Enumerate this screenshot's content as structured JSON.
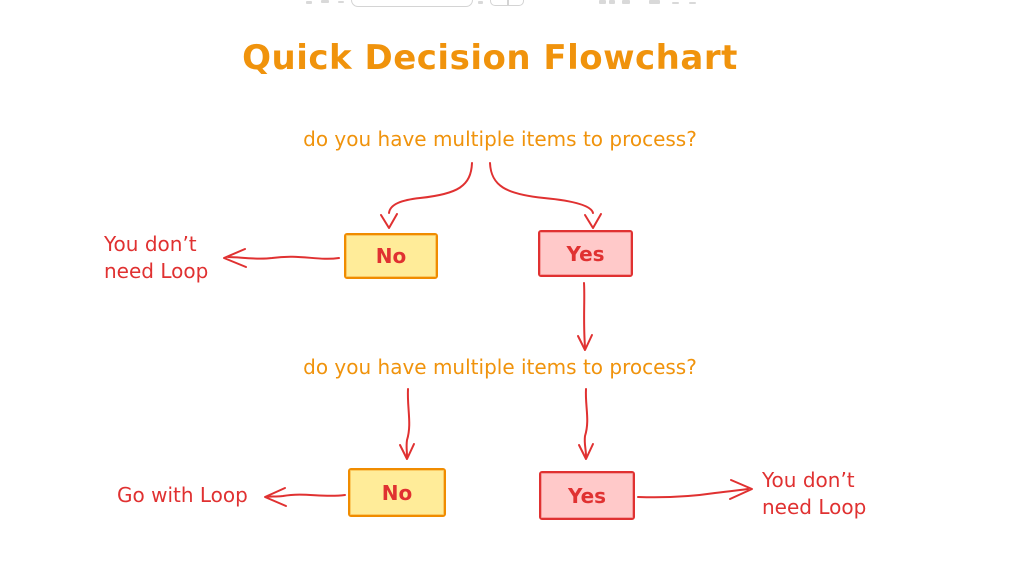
{
  "colors": {
    "background": "#ffffff",
    "accent_orange": "#f0930c",
    "node_border_orange": "#f08c00",
    "accent_red": "#e03131",
    "yellow_fill": "#ffec99",
    "pink_fill": "#ffc9c9",
    "toolbar_gray": "#d4d4d4"
  },
  "toolbar": {
    "fragments": [
      "toolbar-input-fragment",
      "toolbar-button-fragment",
      "toolbar-icon-fragments"
    ]
  },
  "diagram": {
    "title": "Quick Decision Flowchart",
    "questions": [
      {
        "id": "q1",
        "text": "do you have multiple items to process?"
      },
      {
        "id": "q2",
        "text": "do you have multiple items to process?"
      }
    ],
    "nodes": [
      {
        "id": "no1",
        "label": "No",
        "style": "yellow"
      },
      {
        "id": "yes1",
        "label": "Yes",
        "style": "pink"
      },
      {
        "id": "no2",
        "label": "No",
        "style": "yellow"
      },
      {
        "id": "yes2",
        "label": "Yes",
        "style": "pink"
      }
    ],
    "outcomes": [
      {
        "id": "outcome-top-left",
        "lines": [
          "You don’t",
          "need Loop"
        ]
      },
      {
        "id": "outcome-bottom-left",
        "lines": [
          "Go with Loop"
        ]
      },
      {
        "id": "outcome-bottom-right",
        "lines": [
          "You don’t",
          "need Loop"
        ]
      }
    ],
    "edges": [
      {
        "from": "q1",
        "to": "no1"
      },
      {
        "from": "q1",
        "to": "yes1"
      },
      {
        "from": "no1",
        "to": "outcome-top-left"
      },
      {
        "from": "yes1",
        "to": "q2"
      },
      {
        "from": "q2",
        "to": "no2"
      },
      {
        "from": "q2",
        "to": "yes2"
      },
      {
        "from": "no2",
        "to": "outcome-bottom-left"
      },
      {
        "from": "yes2",
        "to": "outcome-bottom-right"
      }
    ]
  }
}
